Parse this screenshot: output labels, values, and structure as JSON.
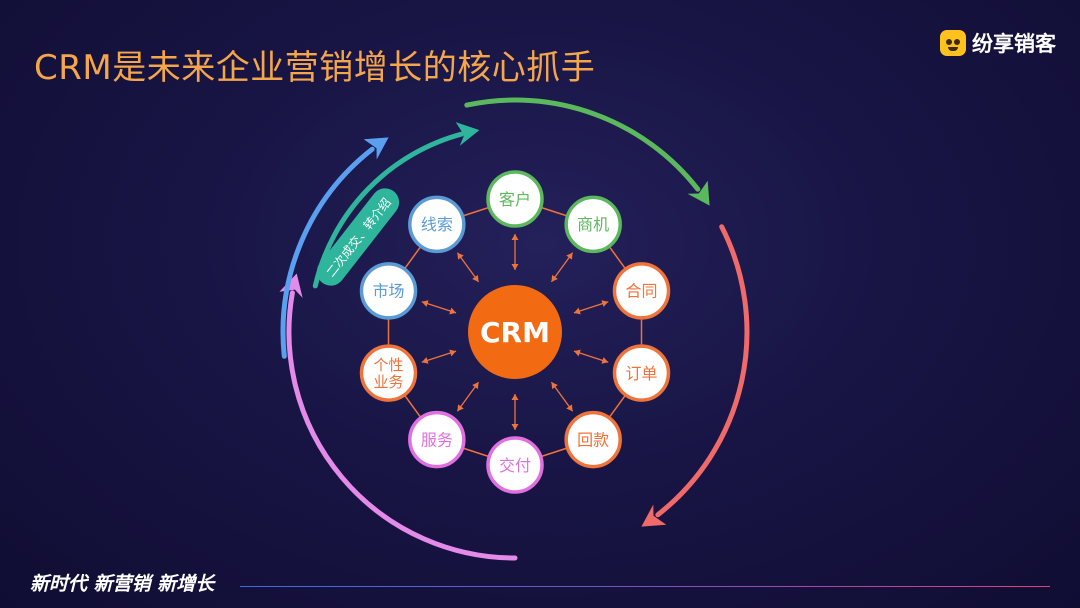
{
  "title": "CRM是未来企业营销增长的核心抓手",
  "brand": {
    "name": "纷享销客",
    "logo_icon": "fxiaoke-mascot-icon"
  },
  "diagram": {
    "center": "CRM",
    "center_color": "#f26a12",
    "nodes": [
      {
        "label": "客户",
        "color": "#5cb85c"
      },
      {
        "label": "商机",
        "color": "#5cb85c"
      },
      {
        "label": "合同",
        "color": "#f0733a"
      },
      {
        "label": "订单",
        "color": "#f0733a"
      },
      {
        "label": "回款",
        "color": "#f0733a"
      },
      {
        "label": "交付",
        "color": "#e070e0"
      },
      {
        "label": "服务",
        "color": "#e070e0"
      },
      {
        "label": "个性\n业务",
        "color": "#f0733a"
      },
      {
        "label": "市场",
        "color": "#5b9bd5"
      },
      {
        "label": "线索",
        "color": "#5b9bd5"
      }
    ],
    "ring_label": "二次成交、转介绍",
    "arc_colors": {
      "green": "#5cb85c",
      "red": "#f06a6a",
      "pink": "#e48ae8",
      "blue": "#5aa0f0",
      "teal": "#2fb59c",
      "connector": "#f0733a"
    }
  },
  "footer": {
    "text": "新时代 新营销 新增长"
  }
}
